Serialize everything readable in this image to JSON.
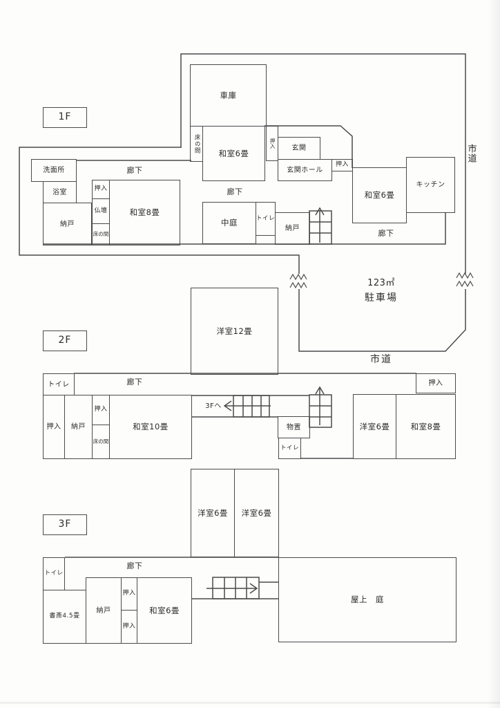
{
  "floors": {
    "f1": "1F",
    "f2": "2F",
    "f3": "3F"
  },
  "site": {
    "area": "123㎡",
    "parking": "駐車場",
    "road_side": "市道",
    "road_bottom": "市道"
  },
  "rooms": {
    "garage": "車庫",
    "tokonoma": "床の間",
    "washitsu6": "和室6畳",
    "washitsu8": "和室8畳",
    "washitsu10": "和室10畳",
    "yoshitsu6": "洋室6畳",
    "yoshitsu12": "洋室12畳",
    "oshiire": "押入",
    "genkan": "玄関",
    "genkan_hall": "玄関ホール",
    "kitchen": "キッチン",
    "senmenjo": "洗面所",
    "yokushitsu": "浴室",
    "nando": "納戸",
    "butsudan": "仏壇",
    "rouka": "廊下",
    "nakaniwa": "中庭",
    "toilet": "トイレ",
    "monooki": "物置",
    "to_3f": "3Fへ",
    "shosai": "書斎4.5畳",
    "okujo_niwa": "屋上　庭"
  }
}
